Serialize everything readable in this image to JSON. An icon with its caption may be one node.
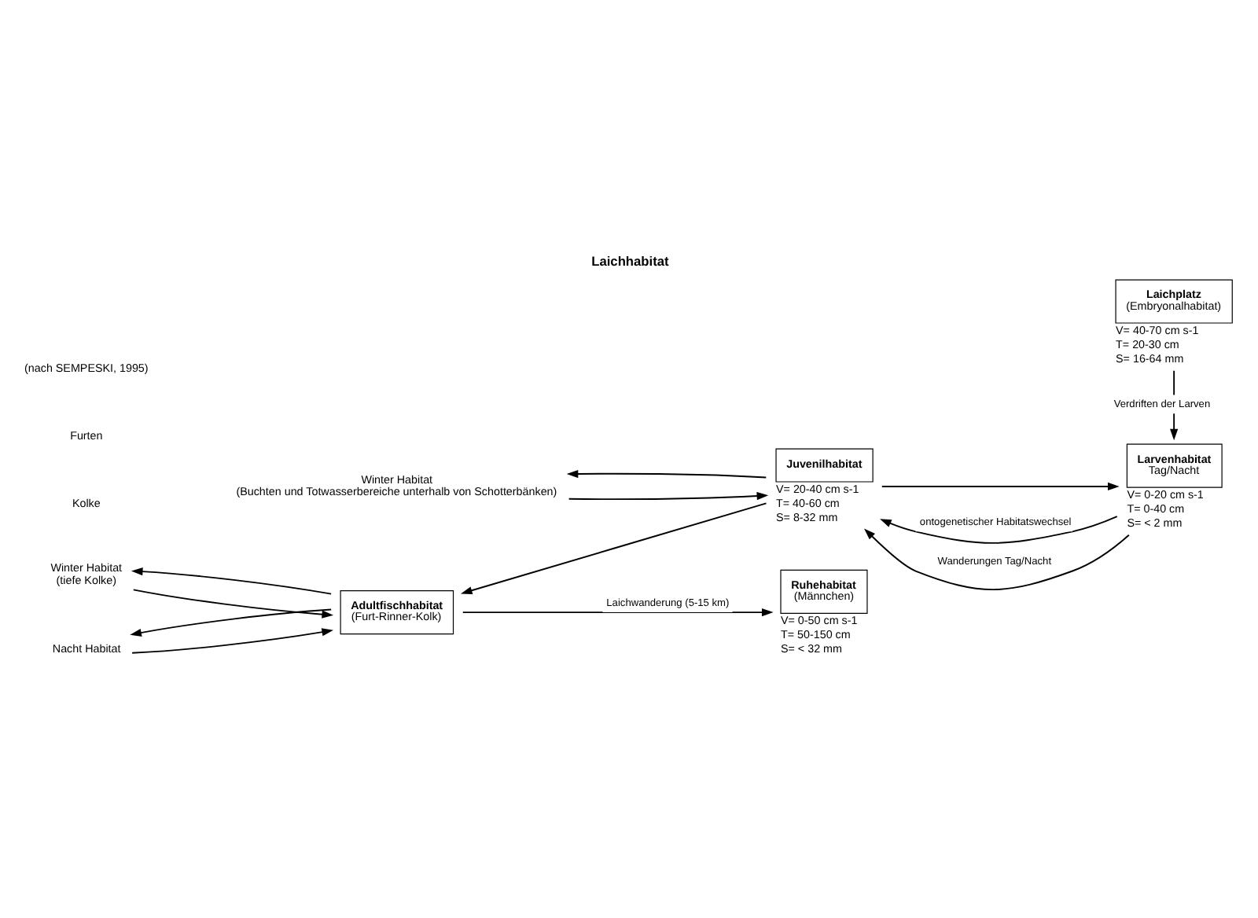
{
  "diagram": {
    "title": "Laichhabitat",
    "nodes": [
      {
        "text": [
          "Ruhehabitat",
          "(Männchen)"
        ],
        "beside": [
          "V= 0-50 cm s-1",
          "T= 50-150 cm",
          "S= < 32 mm"
        ]
      },
      {
        "text": [
          "Laichplatz",
          "(Embryonalhabitat)"
        ],
        "beside": [
          "V= 40-70 cm s-1",
          "T= 20-30 cm",
          "S= 16-64 mm"
        ]
      },
      {
        "text": [
          "Larvenhabitat",
          "Tag/Nacht"
        ],
        "beside": [
          "V= 0-20 cm s-1",
          "T= 0-40 cm",
          "S= < 2 mm"
        ]
      },
      {
        "text": [
          "Juvenilhabitat"
        ],
        "beside": [
          "V= 20-40 cm s-1",
          "T= 40-60 cm",
          "S= 8-32 mm"
        ]
      },
      {
        "text": [
          "Adultfischhabitat",
          "(Furt-Rinner-Kolk)"
        ]
      },
      {
        "text": [
          "Winter Habitat",
          "(tiefe Kolke)"
        ]
      },
      {
        "text": [
          "Nacht Habitat"
        ]
      },
      {
        "text": [
          "Winter Habitat",
          "(Buchten und Totwasserbereiche unterhalb von Schotterbänken)"
        ]
      }
    ],
    "edges": [
      {
        "from": 4,
        "to": 0,
        "arrow": "to",
        "label": "Laichwanderung (5-15 km)"
      },
      {
        "from": 1,
        "to": 2,
        "arrow": "to",
        "label": "Verdriften der Larven"
      },
      {
        "from": 2,
        "to": 3,
        "arrow": "to",
        "label": "ontogenetischer Habitatswechsel"
      },
      {
        "from": 3,
        "to": 2,
        "arrow": "to"
      },
      {
        "from": 2,
        "to": 3,
        "arrow": "to",
        "label": "Wanderungen Tag/Nacht"
      },
      {
        "from": 3,
        "to": 4,
        "arrow": "to"
      },
      {
        "from": 5,
        "to": 4,
        "arrow": "to"
      },
      {
        "from": 4,
        "to": 5,
        "arrow": "to"
      },
      {
        "from": 6,
        "to": 4,
        "arrow": "to"
      },
      {
        "from": 4,
        "to": 6,
        "arrow": "to"
      },
      {
        "from": 7,
        "to": 3,
        "arrow": "to"
      },
      {
        "from": 3,
        "to": 7,
        "arrow": "to"
      }
    ],
    "labels": [
      "Kolke",
      "Furten",
      "(nach SEMPESKI, 1995)"
    ]
  }
}
